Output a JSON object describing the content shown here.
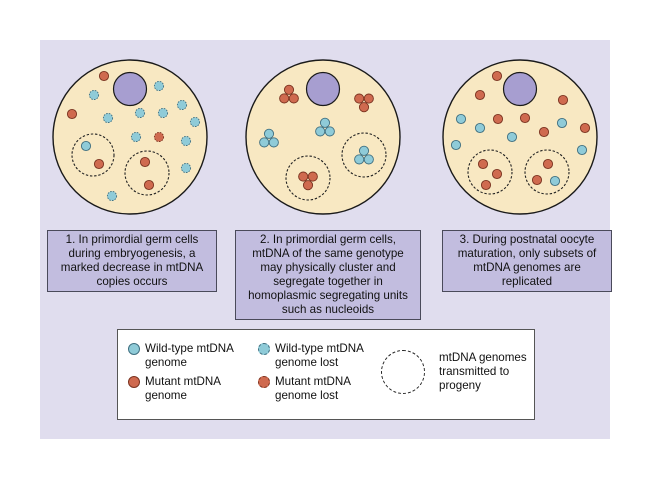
{
  "colors": {
    "panel_bg": "#e0ddee",
    "cell_fill": "#f8e8c2",
    "nucleus_fill": "#a79ed0",
    "wild_type": "#8fcbd8",
    "mutant": "#cf6a4f",
    "step_box": "#c2bddf"
  },
  "steps": [
    {
      "label": "1. In primordial germ cells during embryogenesis, a marked decrease in mtDNA copies occurs"
    },
    {
      "label": "2. In primordial germ cells, mtDNA of the same genotype may physically cluster and segregate together in homoplasmic segregating units such as nucleoids"
    },
    {
      "label": "3. During postnatal oocyte maturation, only subsets of mtDNA genomes are replicated"
    }
  ],
  "cells": [
    {
      "name": "cell-1-embryogenesis",
      "molecules": [
        {
          "type": "mutant"
        },
        {
          "type": "wild-type-lost"
        },
        {
          "type": "wild-type-lost"
        },
        {
          "type": "mutant"
        },
        {
          "type": "wild-type-lost"
        },
        {
          "type": "wild-type-lost"
        },
        {
          "type": "wild-type-lost"
        },
        {
          "type": "wild-type-lost"
        },
        {
          "type": "wild-type-lost"
        },
        {
          "type": "wild-type-lost"
        },
        {
          "type": "mutant-lost"
        },
        {
          "type": "wild-type-lost"
        },
        {
          "type": "wild-type-lost"
        },
        {
          "type": "wild-type-lost"
        }
      ],
      "transmitted_units": [
        {
          "molecules": [
            {
              "type": "wild-type"
            },
            {
              "type": "mutant"
            }
          ]
        },
        {
          "molecules": [
            {
              "type": "mutant"
            },
            {
              "type": "mutant"
            }
          ]
        }
      ]
    },
    {
      "name": "cell-2-nucleoid-clusters",
      "clusters": [
        {
          "type": "mutant"
        },
        {
          "type": "mutant"
        },
        {
          "type": "wild-type"
        },
        {
          "type": "wild-type"
        }
      ],
      "transmitted_units": [
        {
          "cluster": "mutant"
        },
        {
          "cluster": "wild-type"
        }
      ]
    },
    {
      "name": "cell-3-oocyte-maturation",
      "molecules": [
        {
          "type": "mutant"
        },
        {
          "type": "mutant"
        },
        {
          "type": "mutant"
        },
        {
          "type": "wild-type"
        },
        {
          "type": "mutant"
        },
        {
          "type": "mutant"
        },
        {
          "type": "wild-type"
        },
        {
          "type": "wild-type"
        },
        {
          "type": "mutant"
        },
        {
          "type": "mutant"
        },
        {
          "type": "wild-type"
        },
        {
          "type": "wild-type"
        },
        {
          "type": "wild-type"
        }
      ],
      "transmitted_units": [
        {
          "molecules": [
            {
              "type": "mutant"
            },
            {
              "type": "mutant"
            },
            {
              "type": "mutant"
            }
          ]
        },
        {
          "molecules": [
            {
              "type": "mutant"
            },
            {
              "type": "mutant"
            },
            {
              "type": "wild-type"
            }
          ]
        }
      ]
    }
  ],
  "legend": {
    "wild_type": "Wild-type mtDNA\ngenome",
    "mutant": "Mutant mtDNA\ngenome",
    "wild_type_lost": "Wild-type mtDNA\ngenome lost",
    "mutant_lost": "Mutant mtDNA\ngenome lost",
    "transmitted": "mtDNA genomes\ntransmitted to\nprogeny"
  }
}
